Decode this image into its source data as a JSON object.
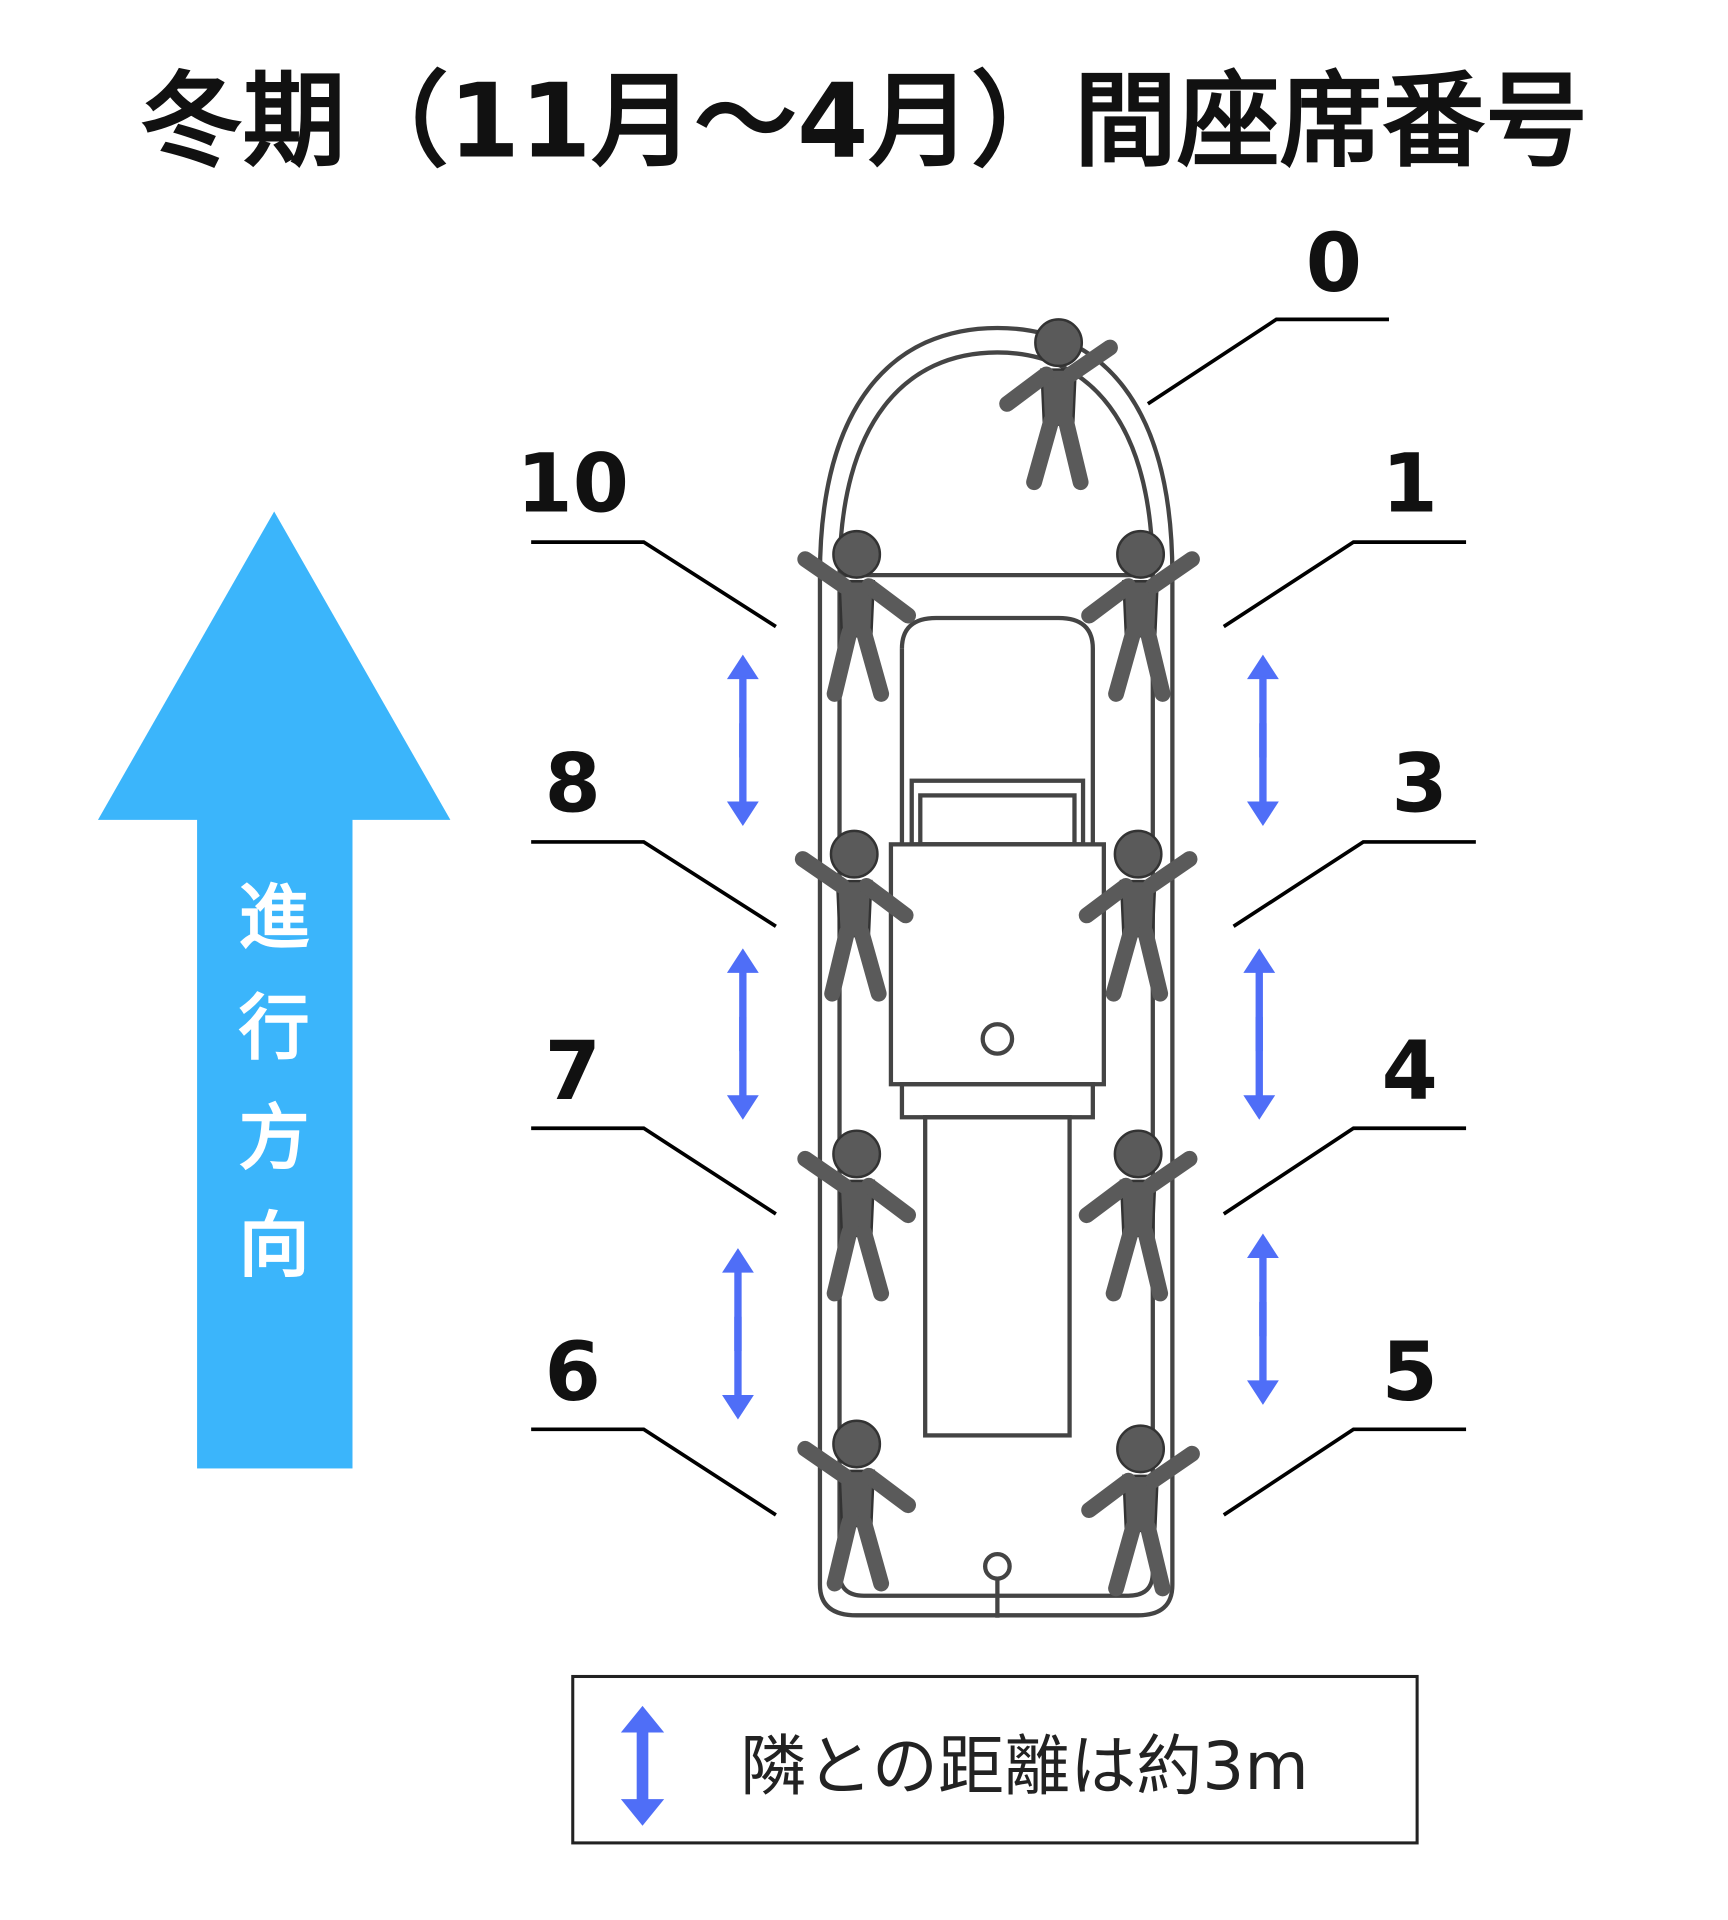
{
  "title": "冬期（11月〜4月）間座席番号",
  "direction": {
    "chars": [
      "進",
      "行",
      "方",
      "向"
    ],
    "color": "#3bb5fb"
  },
  "seats": [
    "0",
    "10",
    "1",
    "8",
    "3",
    "7",
    "4",
    "6",
    "5"
  ],
  "legend": {
    "text": "隣との距離は約3m",
    "arrow_color": "#4f6ef7"
  },
  "person_color": "#5a5a5a"
}
